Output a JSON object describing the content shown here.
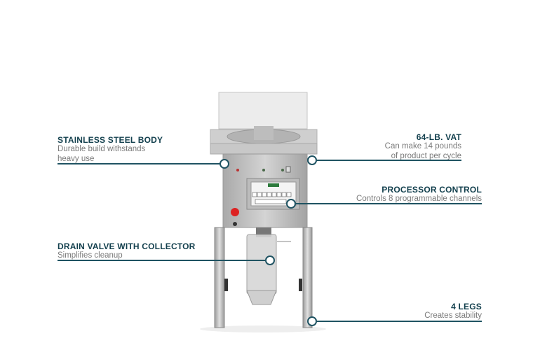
{
  "callouts": [
    {
      "title": "STAINLESS STEEL BODY",
      "desc": [
        "Durable build withstands",
        "heavy use"
      ]
    },
    {
      "title": "64-LB. VAT",
      "desc": [
        "Can make 14 pounds",
        "of product per cycle"
      ]
    },
    {
      "title": "PROCESSOR CONTROL",
      "desc": [
        "Controls 8 programmable channels"
      ]
    },
    {
      "title": "DRAIN VALVE WITH COLLECTOR",
      "desc": [
        "Simplifies cleanup"
      ]
    },
    {
      "title": "4 LEGS",
      "desc": [
        "Creates stability"
      ]
    }
  ],
  "colors": {
    "accent": "#1f5362",
    "title": "#123f4d",
    "desc": "#7a7a7a"
  }
}
